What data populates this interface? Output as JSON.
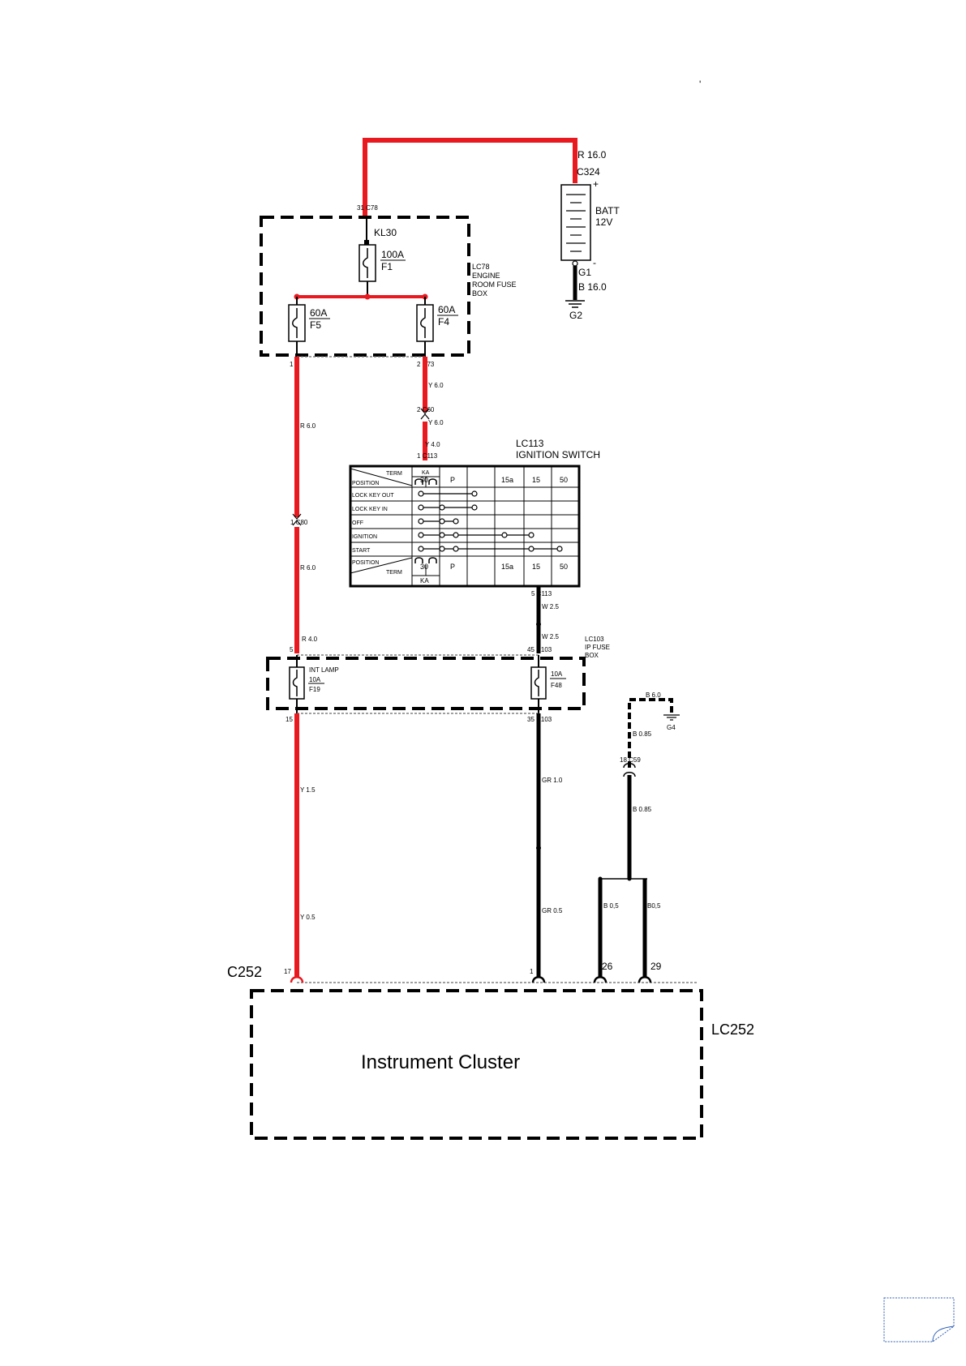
{
  "page": {
    "corner_mark": "'",
    "page_icon": "page-curl-icon"
  },
  "colors": {
    "red_wire": "#e8191f",
    "black_wire": "#000000"
  },
  "battery": {
    "wire_top": "R 16.0",
    "connector": "C324",
    "plus": "+",
    "label1": "BATT",
    "label2": "12V",
    "minus": "-",
    "ground_point": "G1",
    "wire_bottom": "B 16.0",
    "ground": "G2"
  },
  "engine_fuse_box": {
    "connector_in": "31 C78",
    "terminal": "KL30",
    "main_fuse_rating": "100A",
    "main_fuse_id": "F1",
    "fuse_left_rating": "60A",
    "fuse_left_id": "F5",
    "fuse_right_rating": "60A",
    "fuse_right_id": "F4",
    "label_lines": [
      "LC78",
      "ENGINE",
      "ROOM FUSE",
      "BOX"
    ],
    "pin_left": "1",
    "pin_right": "2 C73"
  },
  "wires": {
    "y_60_a": "Y 6.0",
    "c60_pin": "2 C60",
    "y_60_b": "Y 6.0",
    "y_40": "Y 4.0",
    "c113_in": "1 C113",
    "r_60_a": "R 6.0",
    "c80": "1 C80",
    "r_60_b": "R 6.0",
    "r_40": "R 4.0",
    "c113_out": "5 C113",
    "w_25_a": "W 2.5",
    "w_25_b": "W 2.5",
    "y_15": "Y 1.5",
    "y_05": "Y 0.5",
    "gr_10": "GR 1.0",
    "gr_05": "GR 0.5",
    "b_60": "B 6.0",
    "g4": "G4",
    "b_085_a": "B 0.85",
    "c59": "18 C59",
    "b_085_b": "B 0.85",
    "b_05_left": "B 0,5",
    "b_05_right": "B0,5"
  },
  "ignition_switch": {
    "label_lines": [
      "LC113",
      "IGNITION SWITCH"
    ],
    "header_term": "TERM",
    "header_position": "POSITION",
    "columns": [
      "30",
      "KA",
      "P",
      "15a",
      "15",
      "50"
    ],
    "rows": [
      "LOCK KEY OUT",
      "LOCK KEY IN",
      "OFF",
      "IGNITION",
      "START"
    ],
    "footer_position": "POSITION",
    "footer_term": "TERM",
    "footer_columns": [
      "30",
      "",
      "P",
      "15a",
      "15",
      "50"
    ],
    "footer_ka": "KA"
  },
  "ip_fuse_box": {
    "label_lines": [
      "LC103",
      "IP FUSE",
      "BOX"
    ],
    "pin_left_top": "5",
    "pin_right_top": "45 C103",
    "fuse_left_name": "INT LAMP",
    "fuse_left_rating": "10A",
    "fuse_left_id": "F19",
    "fuse_right_rating": "10A",
    "fuse_right_id": "F48",
    "pin_left_bottom": "15",
    "pin_right_bottom": "35 C103"
  },
  "cluster": {
    "connector": "C252",
    "pin_17": "17",
    "pin_1": "1",
    "pin_26": "26",
    "pin_29": "29",
    "module_id": "LC252",
    "title": "Instrument Cluster"
  }
}
